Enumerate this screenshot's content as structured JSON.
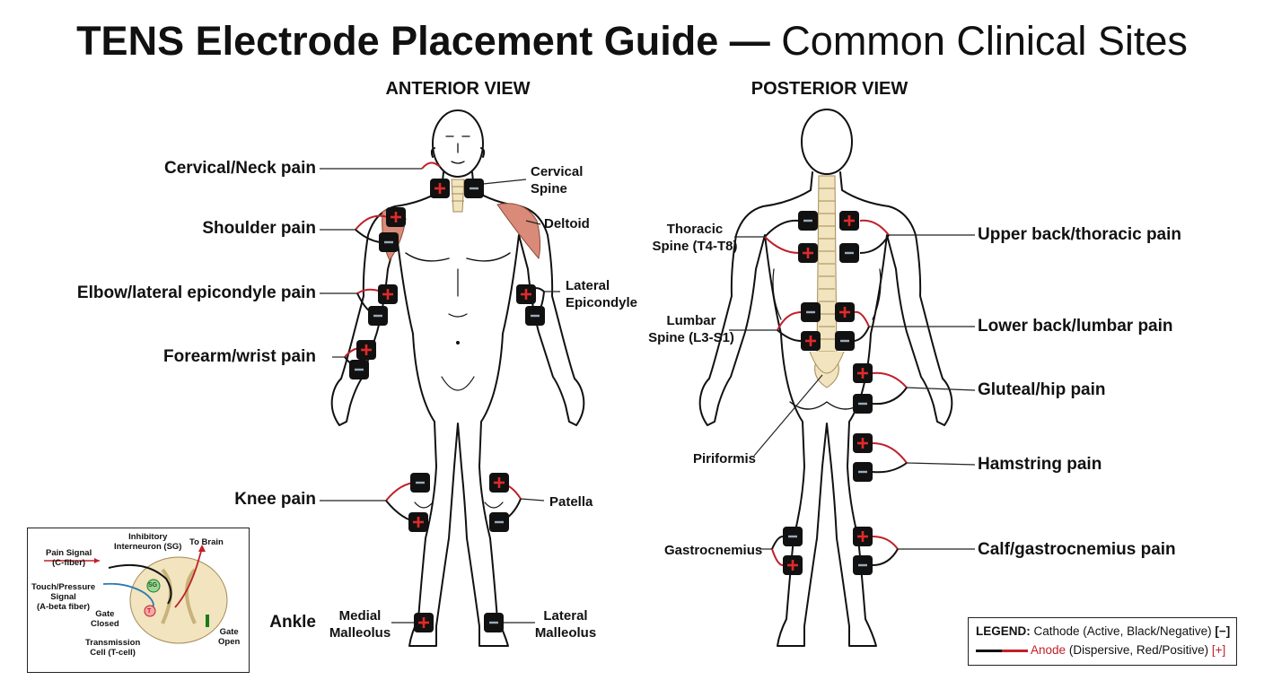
{
  "title": {
    "bold": "TENS Electrode Placement Guide —",
    "light": "Common Clinical Sites"
  },
  "views": {
    "anterior": "ANTERIOR VIEW",
    "posterior": "POSTERIOR VIEW"
  },
  "anterior_conditions": {
    "neck": "Cervical/Neck pain",
    "shoulder": "Shoulder pain",
    "elbow": "Elbow/lateral epicondyle pain",
    "forearm": "Forearm/wrist pain",
    "knee": "Knee pain",
    "ankle": "Ankle"
  },
  "anterior_anatomy": {
    "cervical_spine_1": "Cervical",
    "cervical_spine_2": "Spine",
    "deltoid": "Deltoid",
    "lateral_epicondyle_1": "Lateral",
    "lateral_epicondyle_2": "Epicondyle",
    "patella": "Patella",
    "medial_malleolus_1": "Medial",
    "medial_malleolus_2": "Malleolus",
    "lateral_malleolus_1": "Lateral",
    "lateral_malleolus_2": "Malleolus"
  },
  "posterior_anatomy": {
    "thoracic_1": "Thoracic",
    "thoracic_2": "Spine (T4-T8)",
    "lumbar_1": "Lumbar",
    "lumbar_2": "Spine (L3-S1)",
    "piriformis": "Piriformis",
    "gastrocnemius": "Gastrocnemius"
  },
  "posterior_conditions": {
    "upper_back": "Upper back/thoracic pain",
    "lower_back": "Lower back/lumbar pain",
    "gluteal": "Gluteal/hip pain",
    "hamstring": "Hamstring pain",
    "calf": "Calf/gastrocnemius pain"
  },
  "inset": {
    "pain_signal_1": "Pain Signal",
    "pain_signal_2": "(C-fiber)",
    "inhibitory_1": "Inhibitory",
    "inhibitory_2": "Interneuron (SG)",
    "to_brain": "To Brain",
    "touch_1": "Touch/Pressure",
    "touch_2": "Signal",
    "touch_3": "(A-beta fiber)",
    "gate_closed_1": "Gate",
    "gate_closed_2": "Closed",
    "transmission_1": "Transmission",
    "transmission_2": "Cell (T-cell)",
    "gate_open_1": "Gate",
    "gate_open_2": "Open",
    "sg": "SG",
    "t": "T"
  },
  "legend": {
    "heading": "LEGEND:",
    "cathode": "Cathode (Active, Black/Negative)",
    "cathode_symbol": "[−]",
    "anode": "Anode",
    "anode_detail": "(Dispersive, Red/Positive)",
    "anode_symbol": "[+]"
  },
  "colors": {
    "cathode": "#111111",
    "anode": "#d42a2a",
    "muscle": "#d98a78",
    "spine": "#f1e4bf"
  }
}
